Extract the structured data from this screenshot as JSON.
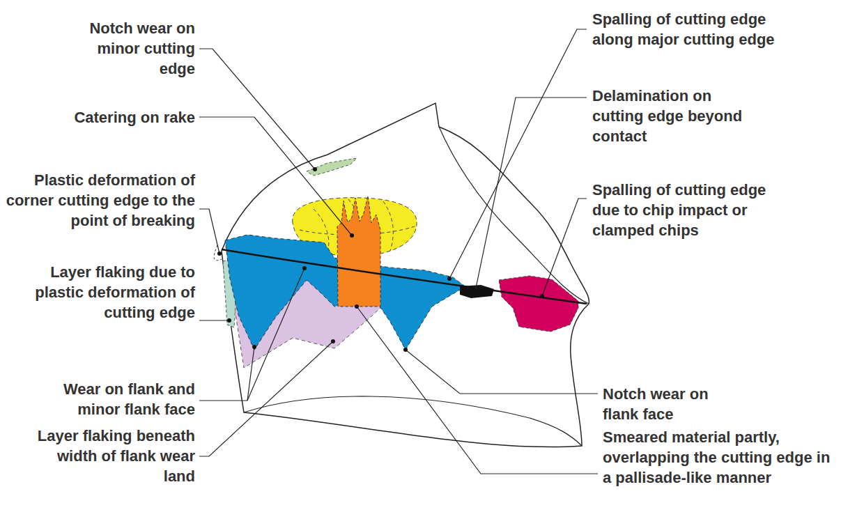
{
  "diagram": {
    "labels": [
      "Notch wear on minor cutting edge",
      "Catering on rake",
      "Plastic deformation of corner cutting edge to the point of breaking",
      "Layer flaking due to plastic deformation of cutting edge",
      "Wear on flank and minor flank face",
      "Layer flaking beneath width of flank wear land",
      "Spalling of cutting edge along major cutting edge",
      "Delamination on cutting edge beyond contact",
      "Spalling of cutting edge due to chip impact or clamped chips",
      "Notch wear on flank face",
      "Smeared material partly, overlapping the cutting edge in a pallisade-like manner"
    ]
  }
}
